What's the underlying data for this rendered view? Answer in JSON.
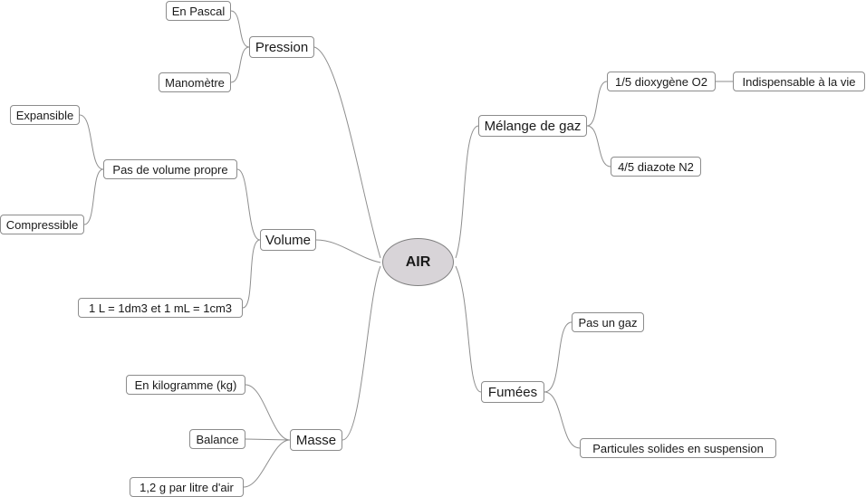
{
  "mindmap": {
    "center": "AIR",
    "branches": {
      "pression": {
        "label": "Pression",
        "children": [
          "En Pascal",
          "Manomètre"
        ]
      },
      "volume": {
        "label": "Volume",
        "children": {
          "pas_volume": {
            "label": "Pas de volume propre",
            "children": [
              "Expansible",
              "Compressible"
            ]
          },
          "equivalence": "1 L = 1dm3 et 1 mL = 1cm3"
        }
      },
      "masse": {
        "label": "Masse",
        "children": [
          "En kilogramme (kg)",
          "Balance",
          "1,2 g par litre d'air"
        ]
      },
      "melange": {
        "label": "Mélange de gaz",
        "children": {
          "o2": {
            "label": "1/5 dioxygène O2",
            "children": [
              "Indispensable à la vie"
            ]
          },
          "n2": "4/5 diazote N2"
        }
      },
      "fumees": {
        "label": "Fumées",
        "children": [
          "Pas un gaz",
          "Particules solides en suspension"
        ]
      }
    }
  },
  "colors": {
    "node_border": "#8c8c8c",
    "link": "#8e8e8e",
    "center_fill": "#d8d4d8",
    "text": "#1a1a1a"
  }
}
